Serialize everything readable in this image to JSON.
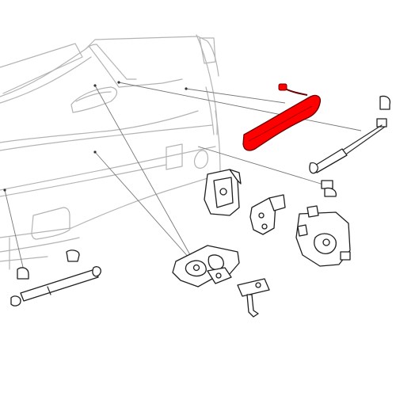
{
  "diagram": {
    "highlight_color": "#ff0000",
    "body_line_color": "#b4b4b4",
    "part_line_color": "#1f1f1f",
    "parts": [
      {
        "name": "tailgate-handle",
        "highlighted": true
      },
      {
        "name": "gas-strut-right",
        "highlighted": false
      },
      {
        "name": "gas-strut-left",
        "highlighted": false
      },
      {
        "name": "latch-bracket",
        "highlighted": false
      },
      {
        "name": "hinge-bracket",
        "highlighted": false
      },
      {
        "name": "lock-actuator-right",
        "highlighted": false
      },
      {
        "name": "latch-center",
        "highlighted": false
      },
      {
        "name": "striker-plate",
        "highlighted": false
      }
    ]
  }
}
